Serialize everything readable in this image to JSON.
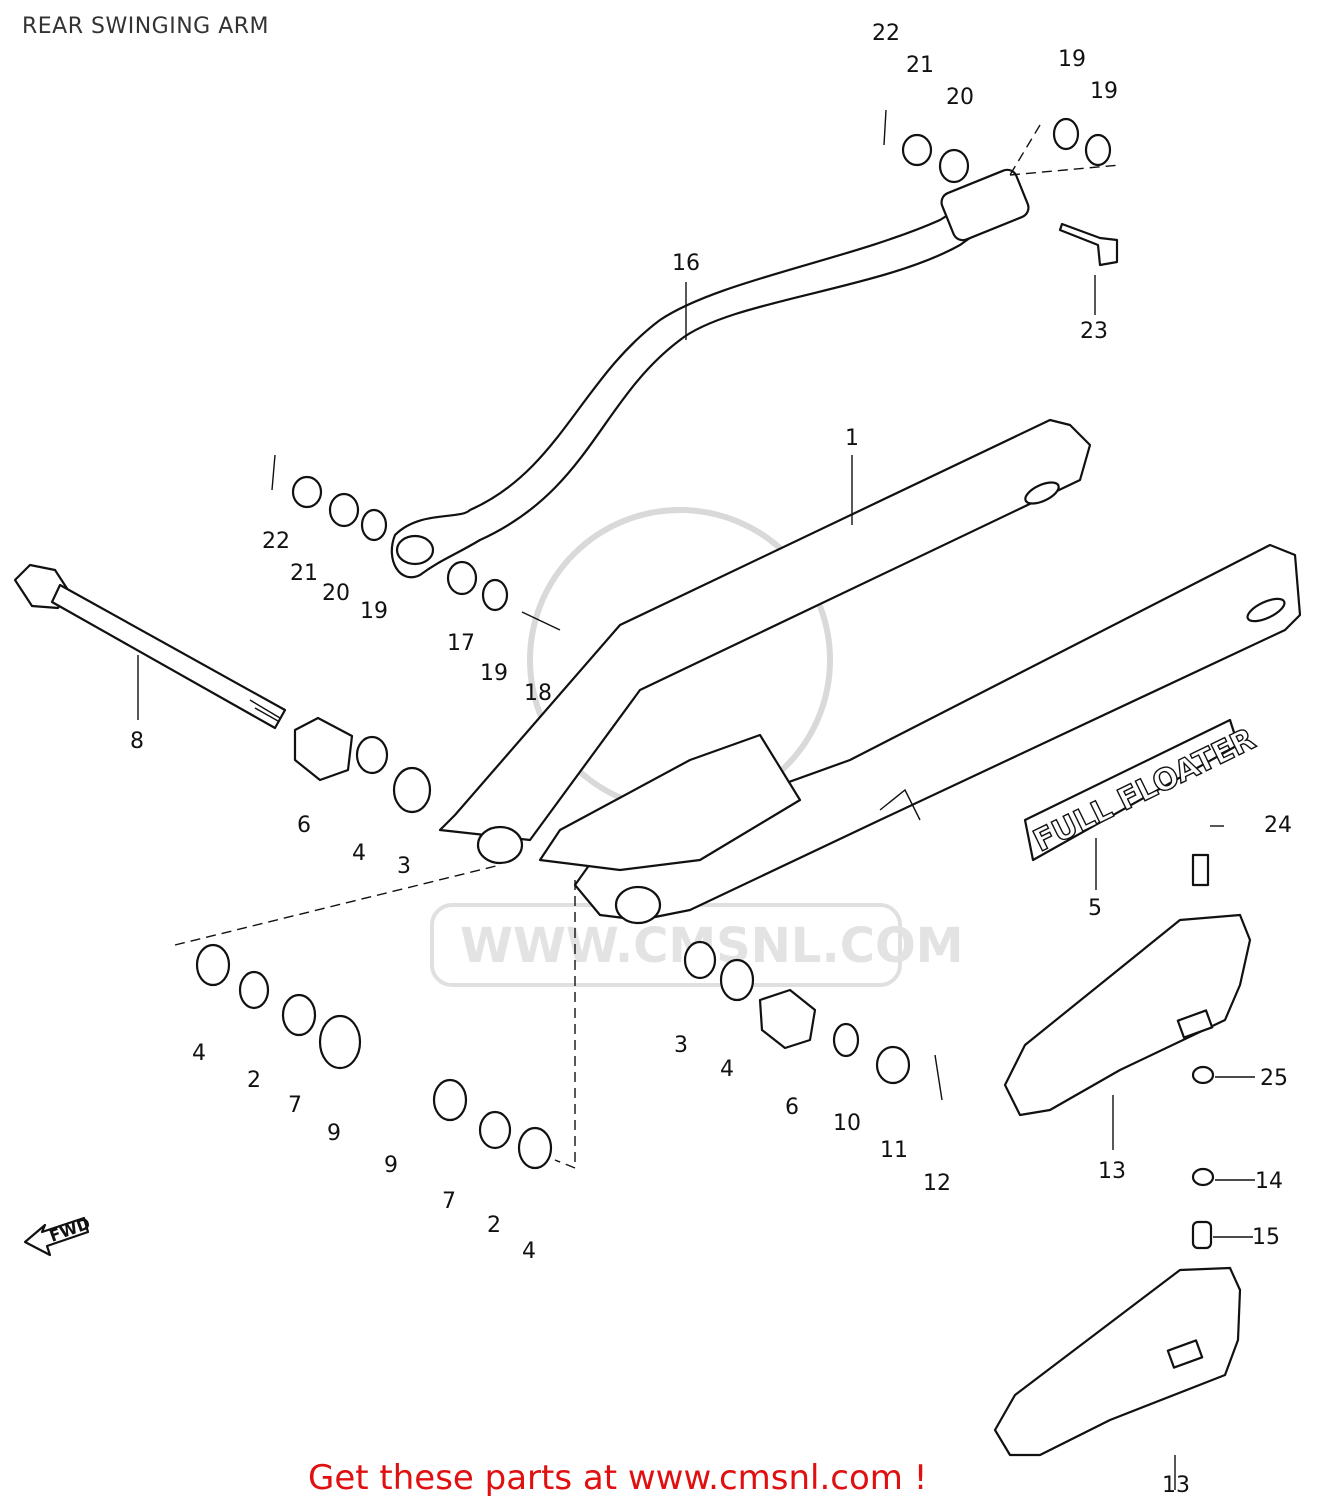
{
  "title": "REAR SWINGING ARM",
  "watermark": "WWW.CMSNL.COM",
  "badge_text": "FULL FLOATER",
  "fwd_text": "FWD",
  "cta": "Get these parts at www.cmsnl.com !",
  "cta_color": "#e01010",
  "labels": {
    "l1": "1",
    "l2a": "2",
    "l2b": "2",
    "l3a": "3",
    "l3b": "3",
    "l4a": "4",
    "l4b": "4",
    "l4c": "4",
    "l4d": "4",
    "l5": "5",
    "l6a": "6",
    "l6b": "6",
    "l7a": "7",
    "l7b": "7",
    "l8": "8",
    "l9a": "9",
    "l9b": "9",
    "l10": "10",
    "l11": "11",
    "l12": "12",
    "l13a": "13",
    "l13b": "13",
    "l14": "14",
    "l15": "15",
    "l16": "16",
    "l17": "17",
    "l18": "18",
    "l19a": "19",
    "l19b": "19",
    "l19c": "19",
    "l19d": "19",
    "l20a": "20",
    "l20b": "20",
    "l21a": "21",
    "l21b": "21",
    "l22a": "22",
    "l22b": "22",
    "l23": "23",
    "l24": "24",
    "l25": "25"
  }
}
